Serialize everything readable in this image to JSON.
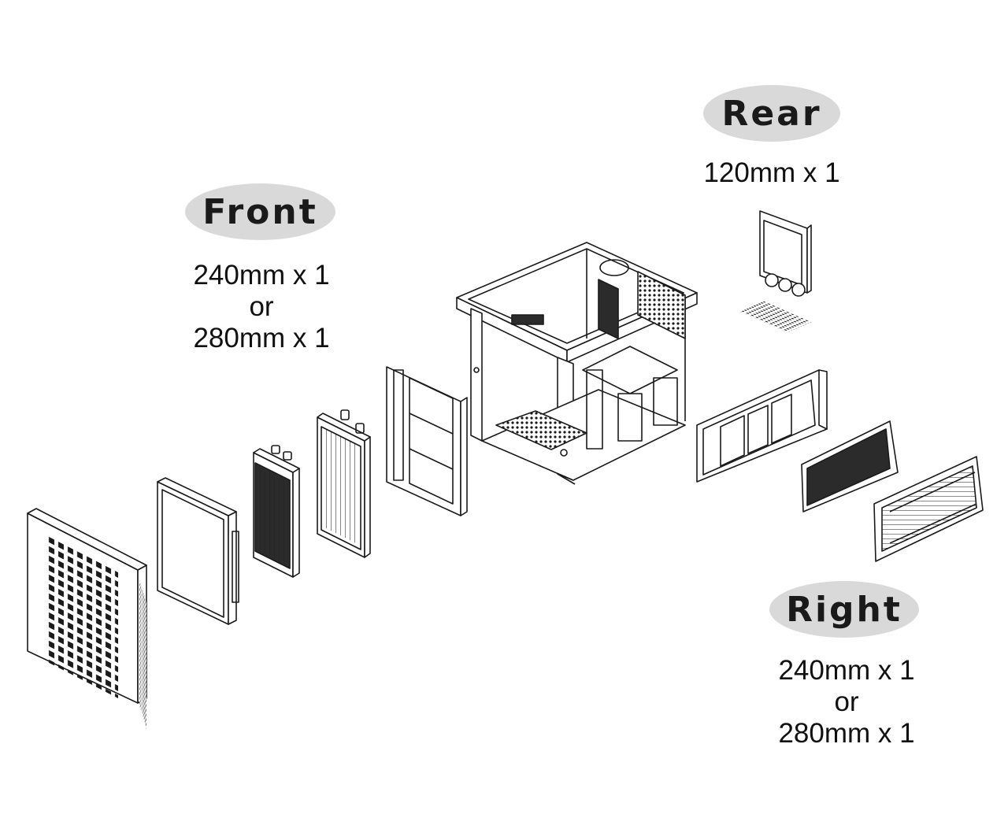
{
  "rear": {
    "label": "Rear",
    "lines": [
      "120mm x 1"
    ]
  },
  "front": {
    "label": "Front",
    "lines": [
      "240mm x 1",
      "or",
      "280mm x 1"
    ]
  },
  "right": {
    "label": "Right",
    "lines": [
      "240mm x 1",
      "or",
      "280mm x 1"
    ]
  },
  "colors": {
    "label_pill": "#d9d9d9",
    "line_art": "#1a1a1a",
    "background": "#ffffff"
  }
}
